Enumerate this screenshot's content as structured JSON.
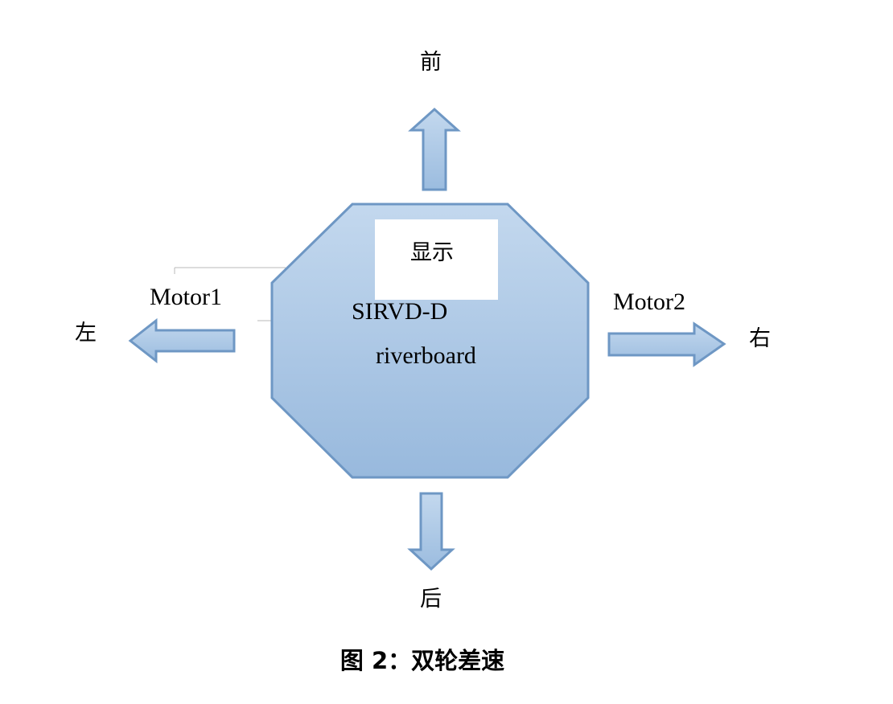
{
  "labels": {
    "front": "前",
    "back": "后",
    "left": "左",
    "right": "右",
    "motor1": "Motor1",
    "motor2": "Motor2",
    "display": "显示",
    "board_line1": "SIRVD-D",
    "board_line2": "riverboard"
  },
  "caption": "图 2：双轮差速",
  "colors": {
    "fill_light": "#c7dcf1",
    "fill_dark": "#9bbcdf",
    "stroke": "#6e97c4"
  },
  "icons": {
    "front": "arrow-up-icon",
    "back": "arrow-down-icon",
    "left": "arrow-left-icon",
    "right": "arrow-right-icon"
  }
}
